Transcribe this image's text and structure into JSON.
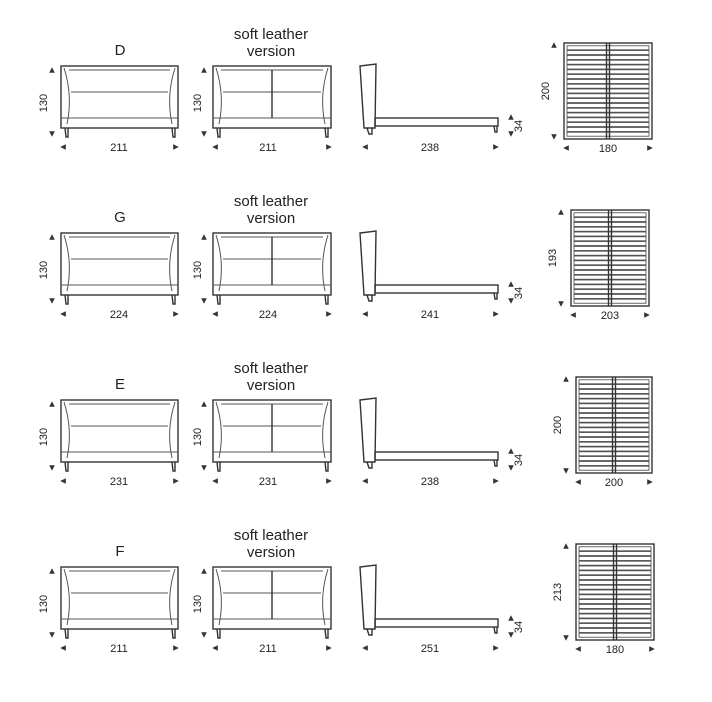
{
  "rows": [
    {
      "id": "D",
      "letter": "D",
      "soft_label_1": "soft leather",
      "soft_label_2": "version",
      "height": "130",
      "width_bed": "211",
      "width_soft": "211",
      "length_side": "238",
      "leg": "34",
      "slat_w": "180",
      "slat_l": "200"
    },
    {
      "id": "G",
      "letter": "G",
      "soft_label_1": "soft leather",
      "soft_label_2": "version",
      "height": "130",
      "width_bed": "224",
      "width_soft": "224",
      "length_side": "241",
      "leg": "34",
      "slat_w": "203",
      "slat_l": "193"
    },
    {
      "id": "E",
      "letter": "E",
      "soft_label_1": "soft leather",
      "soft_label_2": "version",
      "height": "130",
      "width_bed": "231",
      "width_soft": "231",
      "length_side": "238",
      "leg": "34",
      "slat_w": "200",
      "slat_l": "200"
    },
    {
      "id": "F",
      "letter": "F",
      "soft_label_1": "soft leather",
      "soft_label_2": "version",
      "height": "130",
      "width_bed": "211",
      "width_soft": "211",
      "length_side": "251",
      "leg": "34",
      "slat_w": "180",
      "slat_l": "213"
    }
  ]
}
